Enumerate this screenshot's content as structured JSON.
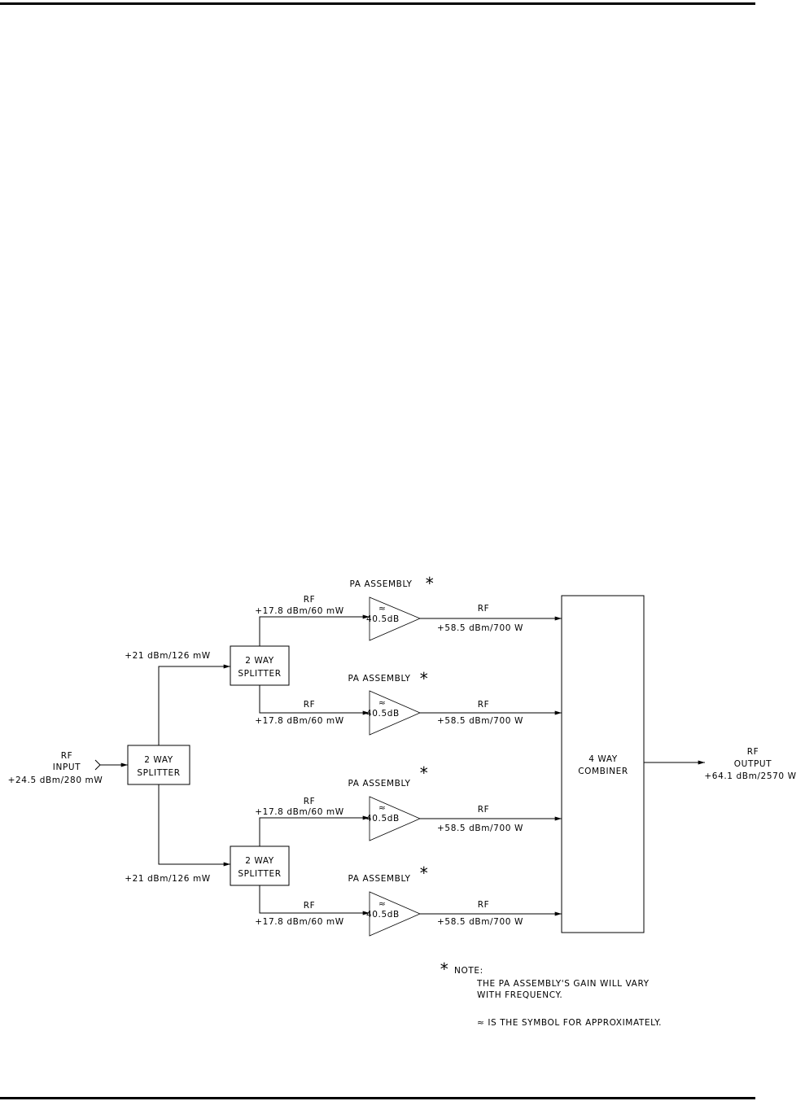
{
  "splitter_label_line1": "2 WAY",
  "splitter_label_line2": "SPLITTER",
  "combiner_label_line1": "4 WAY",
  "combiner_label_line2": "COMBINER",
  "input": {
    "line1": "RF",
    "line2": "INPUT",
    "line3": "+24.5 dBm/280 mW"
  },
  "output": {
    "line1": "RF",
    "line2": "OUTPUT",
    "line3": "+64.1 dBm/2570 W"
  },
  "splitter_out_power": "+21 dBm/126 mW",
  "pa_in": {
    "rf": "RF",
    "power": "+17.8 dBm/60 mW"
  },
  "pa_out": {
    "rf": "RF",
    "power": "+58.5 dBm/700 W"
  },
  "pa_assembly_label": "PA ASSEMBLY",
  "asterisk": "*",
  "amp_approx": "≈",
  "amp_gain": "40.5dB",
  "note": {
    "asterisk": "*",
    "title": "NOTE:",
    "line1": "THE PA ASSEMBLY'S GAIN WILL VARY",
    "line2": "WITH FREQUENCY.",
    "line3": "≈ IS THE SYMBOL FOR APPROXIMATELY."
  }
}
